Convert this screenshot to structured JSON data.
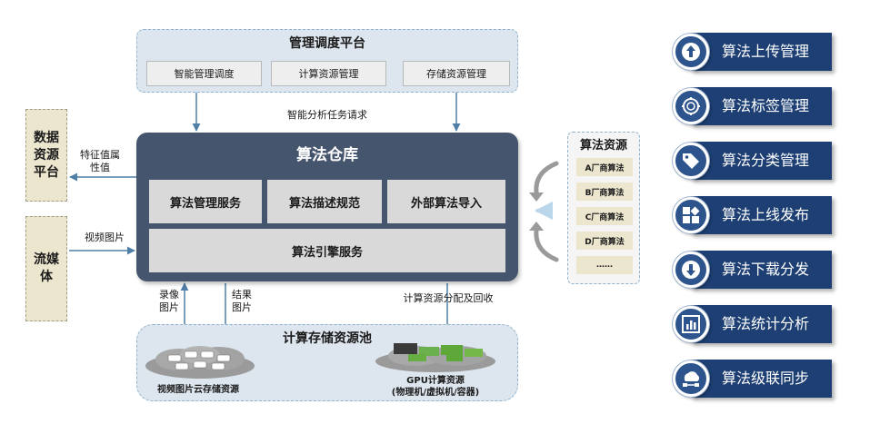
{
  "management": {
    "title": "管理调度平台",
    "boxes": [
      "智能管理调度",
      "计算资源管理",
      "存储资源管理"
    ]
  },
  "request_label": "智能分析任务请求",
  "repository": {
    "title": "算法仓库",
    "services": [
      "算法管理服务",
      "算法描述规范",
      "外部算法导入"
    ],
    "engine": "算法引擎服务"
  },
  "data_platform": {
    "label": "数据资源平台",
    "arrow_label": "特征值属性值"
  },
  "streaming": {
    "label": "流媒体",
    "arrow_label": "视频图片"
  },
  "resources": {
    "title": "算法资源",
    "items": [
      "A厂商算法",
      "B厂商算法",
      "C厂商算法",
      "D厂商算法",
      "……"
    ]
  },
  "flows": {
    "record": "录像图片",
    "result": "结果图片",
    "compute_alloc": "计算资源分配及回收"
  },
  "pool": {
    "title": "计算存储资源池",
    "storage_label": "视频图片云存储资源",
    "gpu_label": "GPU计算资源",
    "gpu_sub": "(物理机/虚拟机/容器)"
  },
  "features": [
    {
      "label": "算法上传管理",
      "icon": "upload-icon"
    },
    {
      "label": "算法标签管理",
      "icon": "gear-icon"
    },
    {
      "label": "算法分类管理",
      "icon": "tag-icon"
    },
    {
      "label": "算法上线发布",
      "icon": "apps-icon"
    },
    {
      "label": "算法下载分发",
      "icon": "download-icon"
    },
    {
      "label": "算法统计分析",
      "icon": "bar-chart-icon"
    },
    {
      "label": "算法级联同步",
      "icon": "cloud-sync-icon"
    }
  ],
  "colors": {
    "repository": "#45556e",
    "panel": "#dde6ee",
    "feature_bar": "#1d3f74",
    "side_box": "#ece6cf",
    "arrow": "#4f7fa6"
  }
}
